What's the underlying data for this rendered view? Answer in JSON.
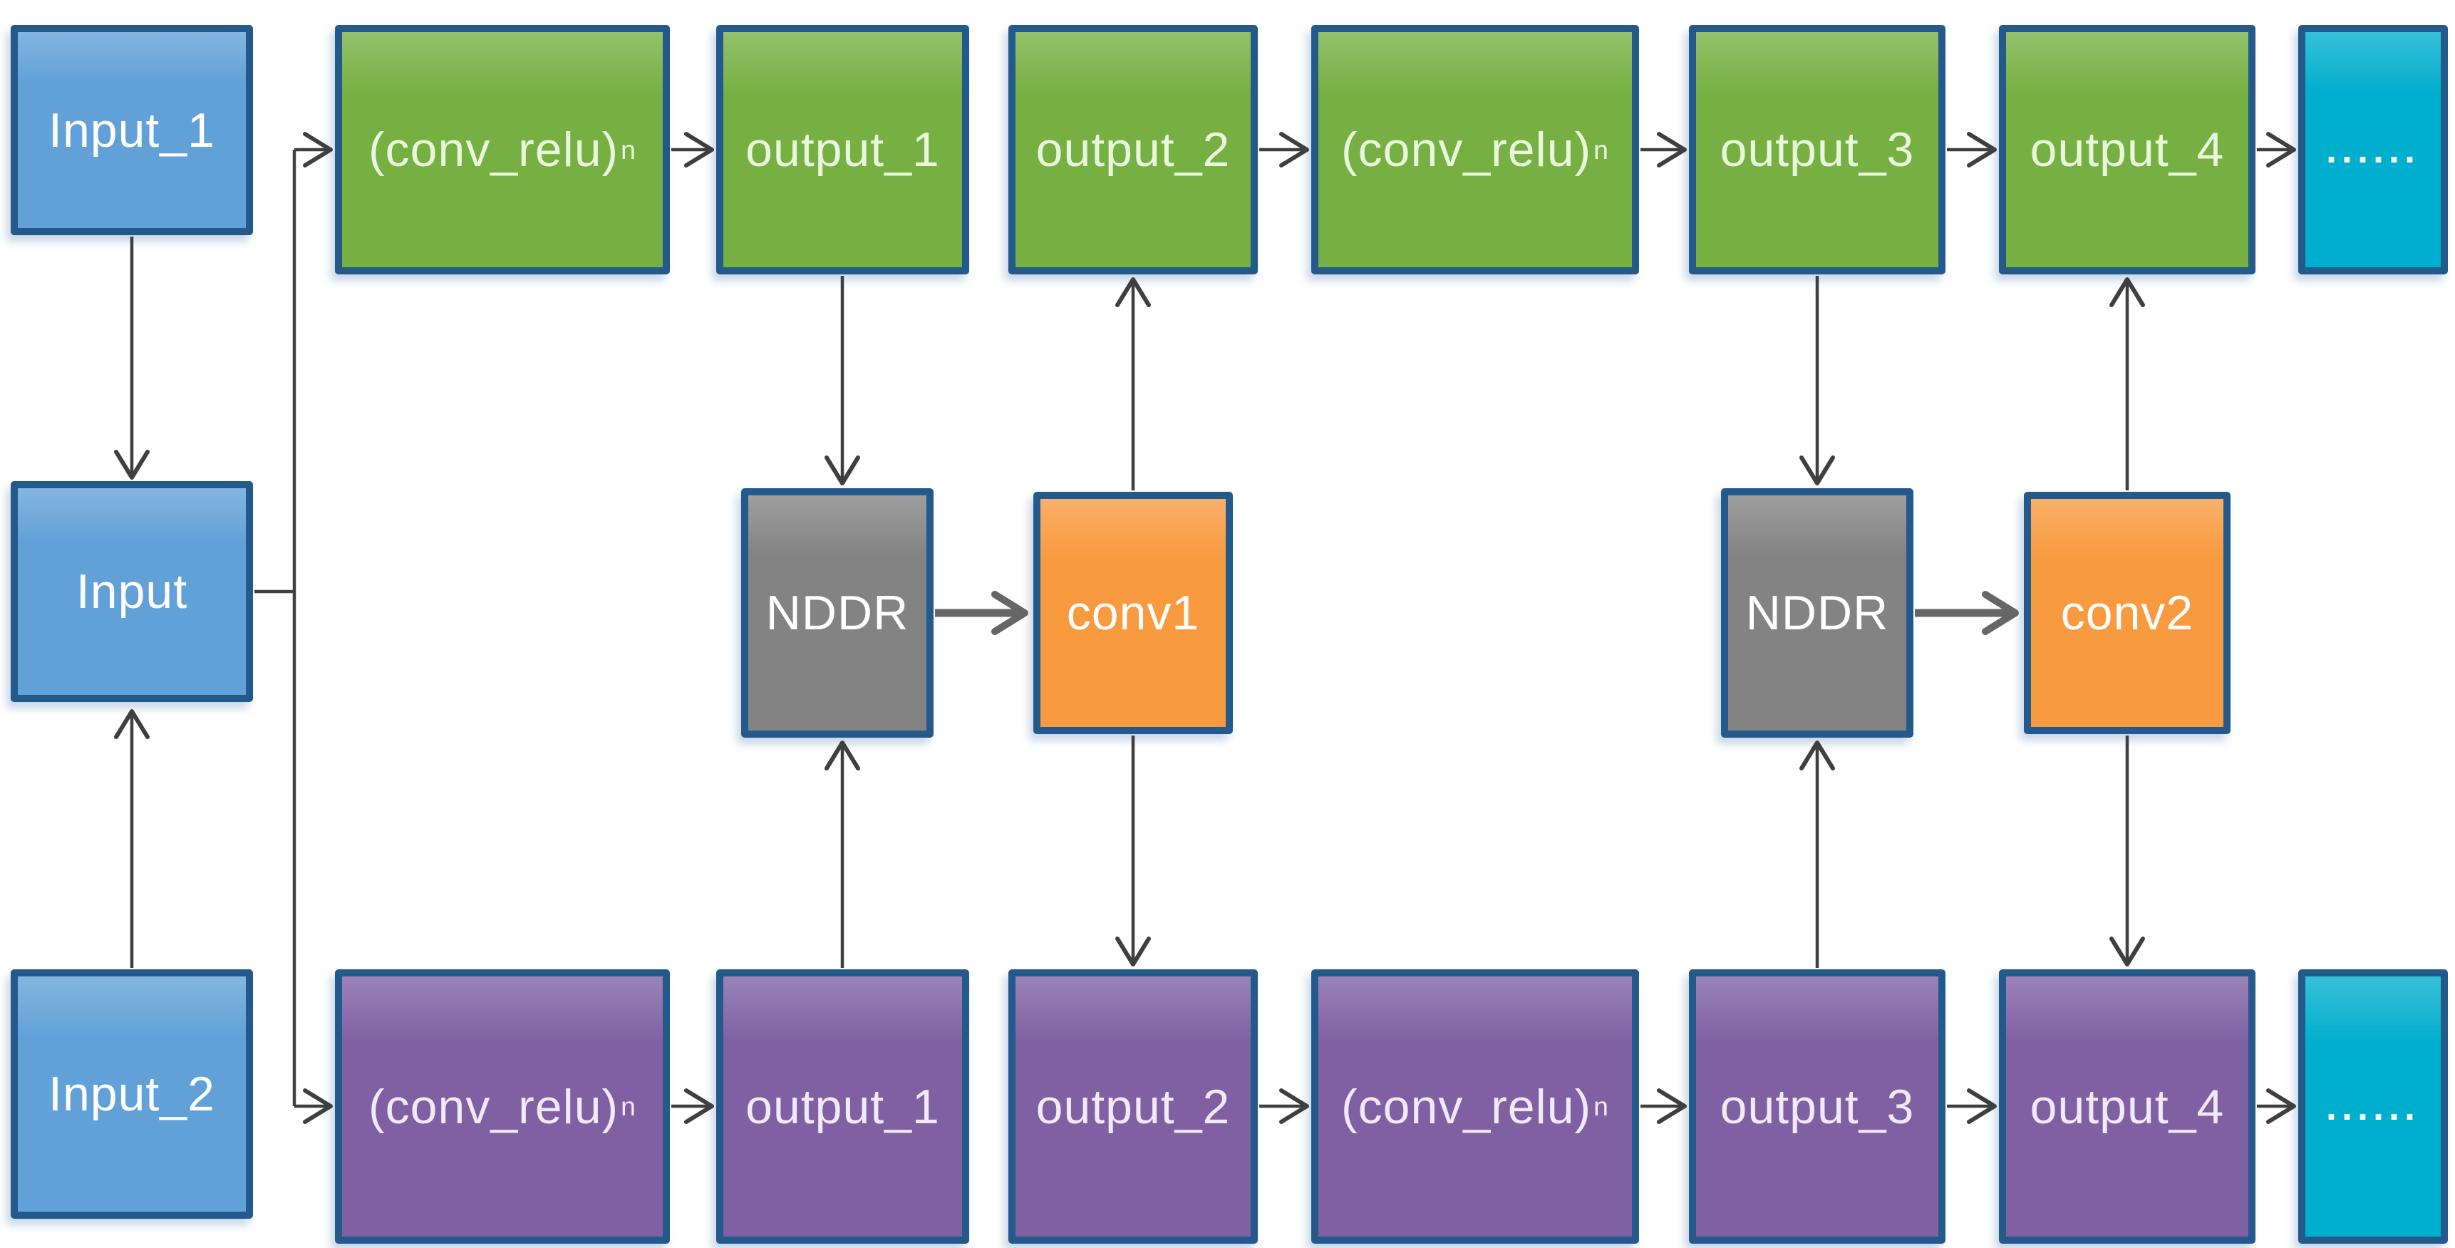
{
  "colors": {
    "canvas_bg": "#FFFFFF",
    "border": "#24598C",
    "blue": "#61A1D7",
    "green": "#76B043",
    "purple": "#7E60A3",
    "gray": "#838383",
    "orange": "#F89A40",
    "teal": "#00AECD",
    "green_text": "#EAF6DC",
    "purple_text": "#F1E9F8",
    "white_text": "#FFFFFF",
    "arrow": "#3F3F3F",
    "arrow_thick": "#666666"
  },
  "nodes": {
    "input_1": {
      "label": "Input_1"
    },
    "input": {
      "label": "Input"
    },
    "input_2": {
      "label": "Input_2"
    },
    "top": {
      "conv_relu_a": {
        "label": "(conv_relu)",
        "sup": "n"
      },
      "output_1": {
        "label": "output_1"
      },
      "output_2": {
        "label": "output_2"
      },
      "conv_relu_b": {
        "label": "(conv_relu)",
        "sup": "n"
      },
      "output_3": {
        "label": "output_3"
      },
      "output_4": {
        "label": "output_4"
      },
      "ellipsis": {
        "label": "......"
      }
    },
    "middle": {
      "nddr_1": {
        "label": "NDDR"
      },
      "conv1": {
        "label": "conv1"
      },
      "nddr_2": {
        "label": "NDDR"
      },
      "conv2": {
        "label": "conv2"
      }
    },
    "bottom": {
      "conv_relu_a": {
        "label": "(conv_relu)",
        "sup": "n"
      },
      "output_1": {
        "label": "output_1"
      },
      "output_2": {
        "label": "output_2"
      },
      "conv_relu_b": {
        "label": "(conv_relu)",
        "sup": "n"
      },
      "output_3": {
        "label": "output_3"
      },
      "output_4": {
        "label": "output_4"
      },
      "ellipsis": {
        "label": "......"
      }
    }
  }
}
